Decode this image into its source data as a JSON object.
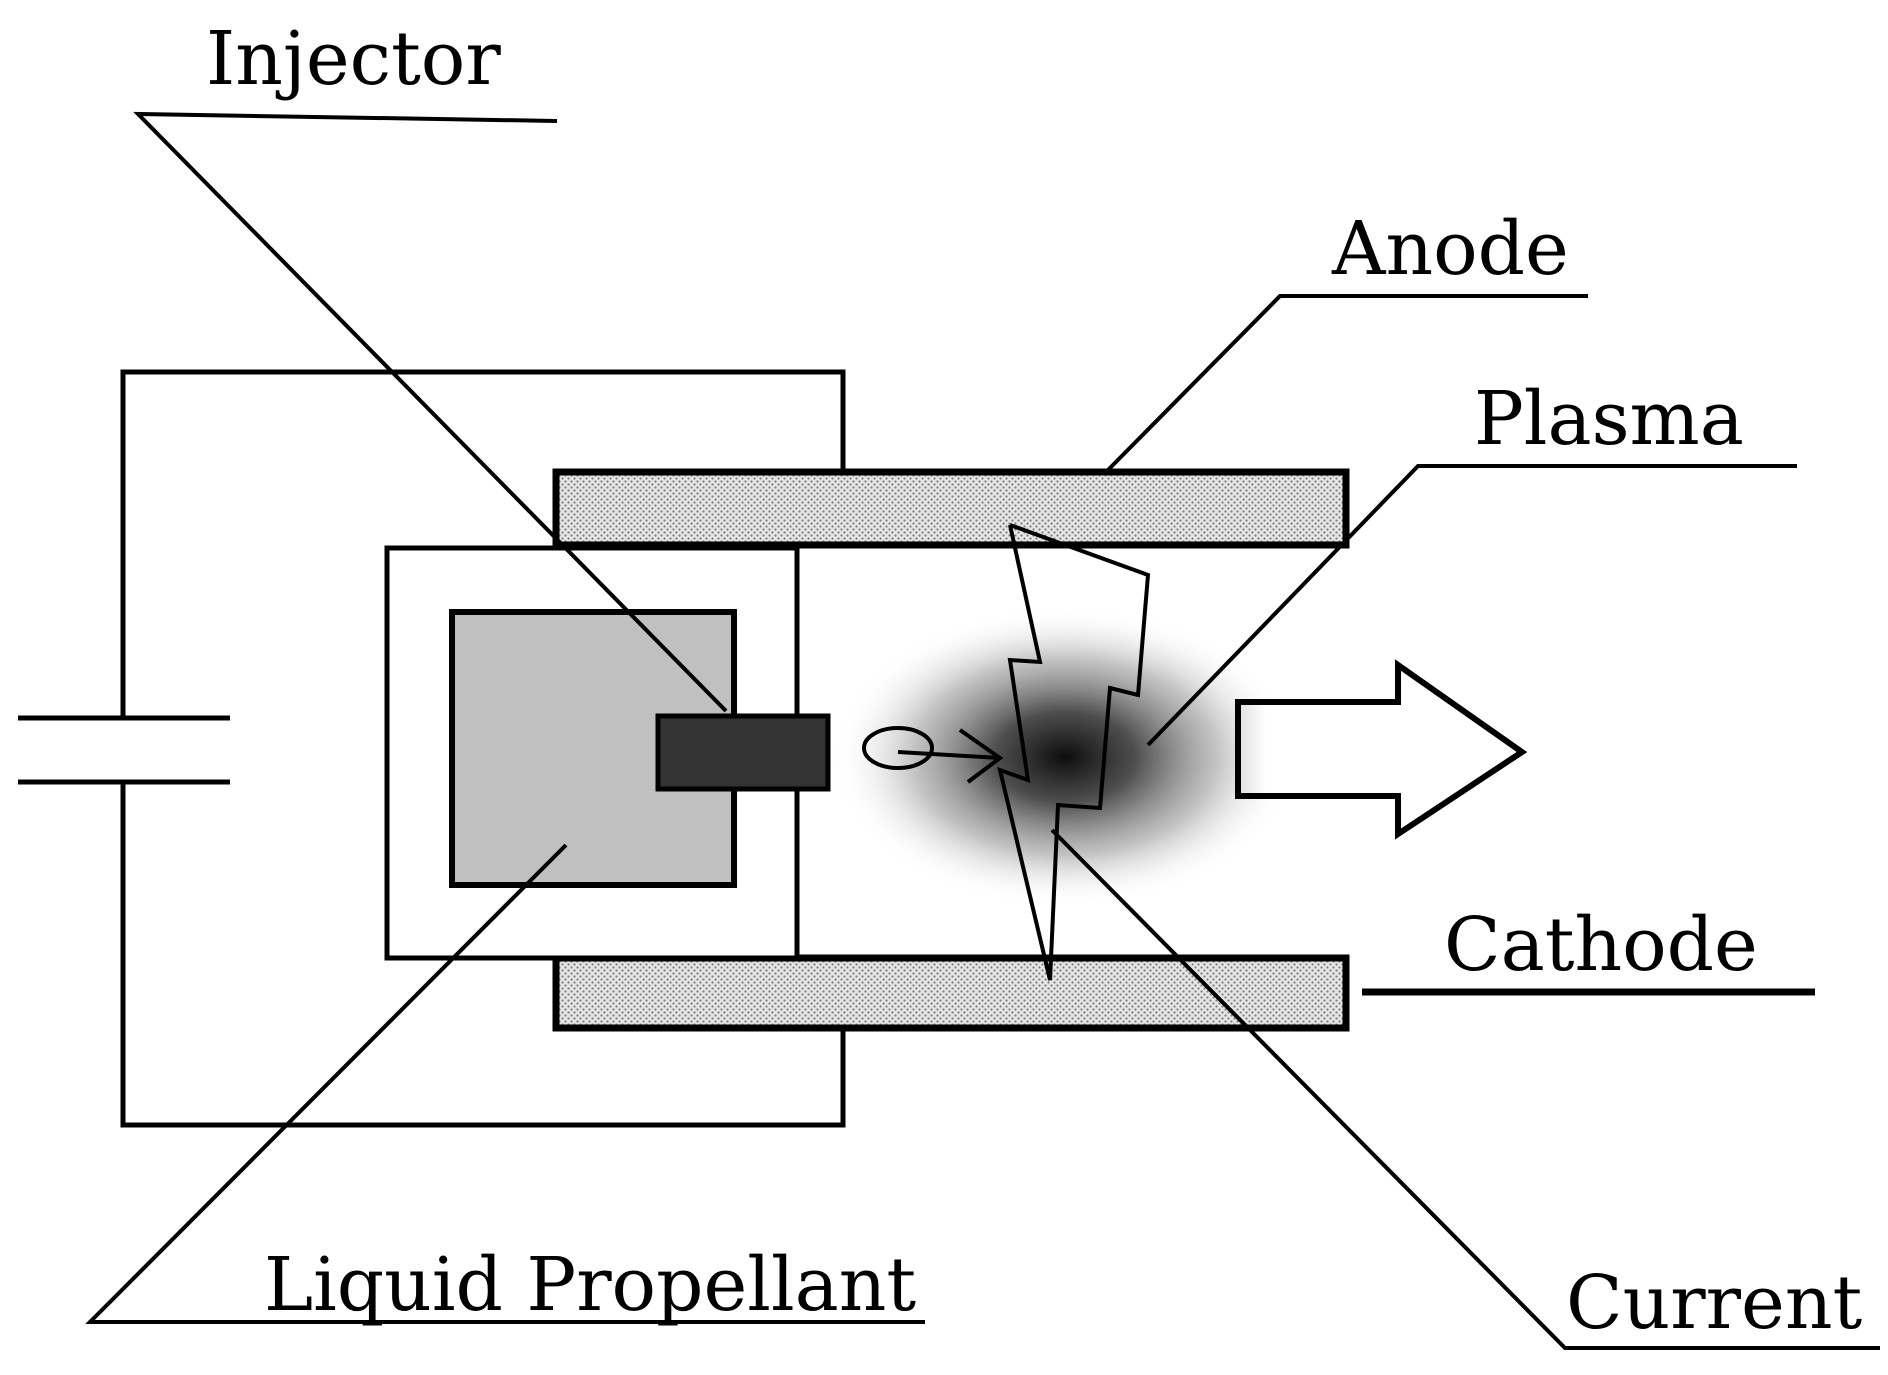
{
  "labels": {
    "injector": "Injector",
    "anode": "Anode",
    "plasma": "Plasma",
    "cathode": "Cathode",
    "liquid_propellant": "Liquid Propellant",
    "current": "Current"
  },
  "colors": {
    "stroke": "#000000",
    "electrode_fill": "#d4d4d4",
    "propellant_fill": "#c0c0c0",
    "injector_fill": "#333333",
    "plasma_core": "#111111",
    "background": "#ffffff"
  }
}
